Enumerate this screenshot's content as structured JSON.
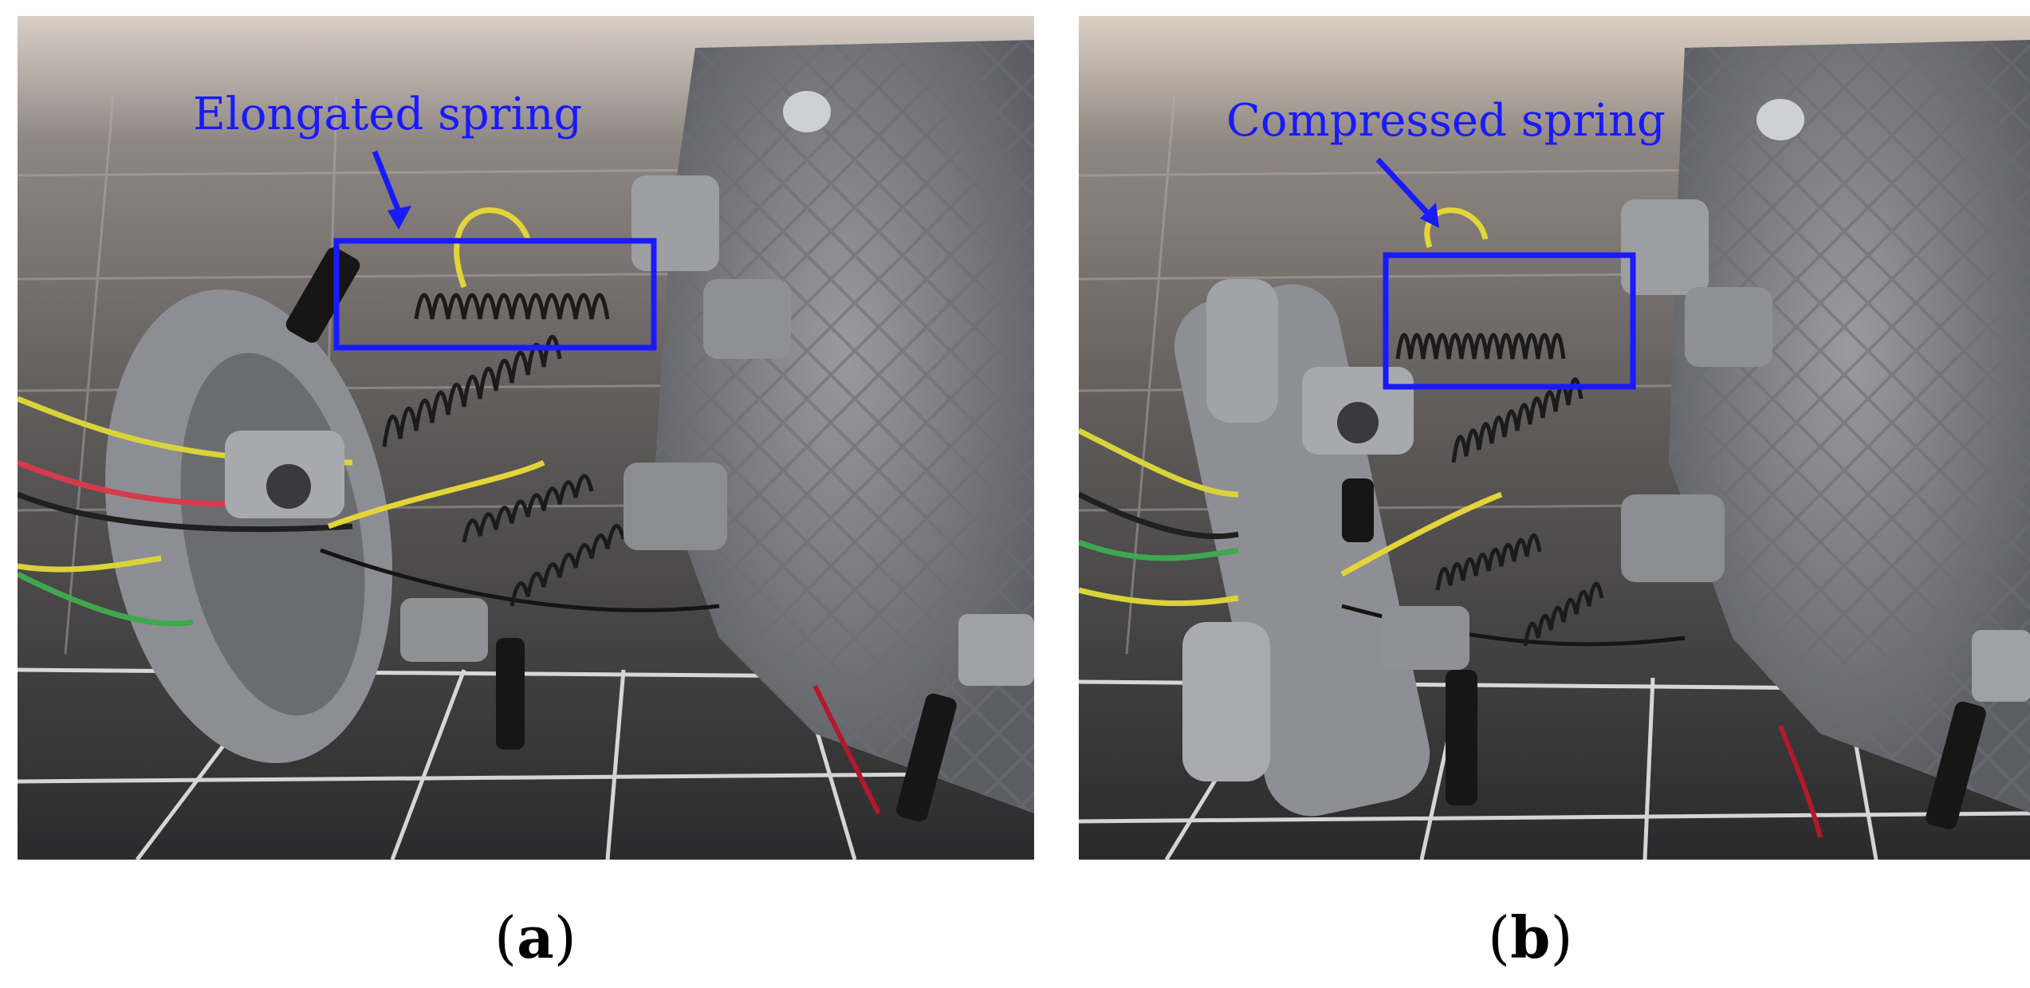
{
  "panels": [
    {
      "id": "a",
      "caption_letter": "a",
      "annotation": "Elongated spring"
    },
    {
      "id": "b",
      "caption_letter": "b",
      "annotation": "Compressed spring"
    }
  ],
  "colors": {
    "annotation": "#1a1aff",
    "grid": "#ffffff"
  }
}
